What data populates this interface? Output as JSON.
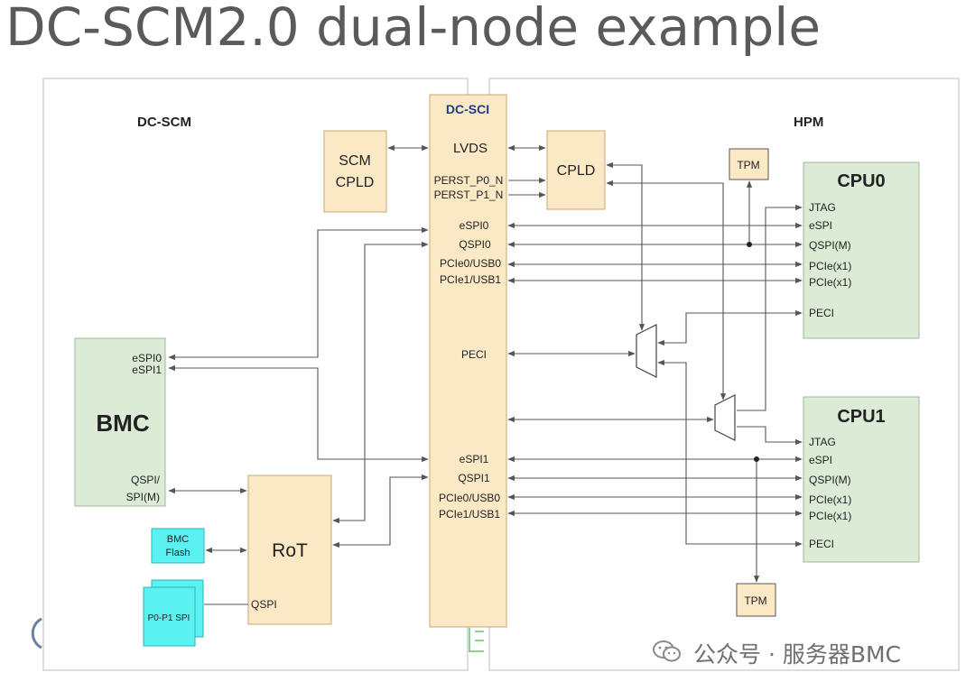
{
  "title": "DC-SCM2.0 dual-node example",
  "panels": {
    "scm_label": "DC-SCM",
    "hpm_label": "HPM"
  },
  "sci": {
    "title": "DC-SCI",
    "signals": [
      "LVDS",
      "PERST_P0_N",
      "PERST_P1_N",
      "eSPI0",
      "QSPI0",
      "PCIe0/USB0",
      "PCIe1/USB1",
      "PECI",
      "eSPI1",
      "QSPI1",
      "PCIe0/USB0",
      "PCIe1/USB1"
    ]
  },
  "scm_cpld": {
    "line1": "SCM",
    "line2": "CPLD"
  },
  "bmc": {
    "label": "BMC",
    "pins": [
      "eSPI0",
      "eSPI1",
      "QSPI/",
      "SPI(M)"
    ]
  },
  "rot": {
    "label": "RoT",
    "pin": "QSPI"
  },
  "bmc_flash": {
    "line1": "BMC",
    "line2": "Flash"
  },
  "p0p1_spi": {
    "label": "P0-P1 SPI"
  },
  "hpm_cpld": {
    "label": "CPLD"
  },
  "tpm_top": "TPM",
  "tpm_bottom": "TPM",
  "cpu0": {
    "label": "CPU0",
    "pins": [
      "JTAG",
      "eSPI",
      "QSPI(M)",
      "PCIe(x1)",
      "PCIe(x1)",
      "PECI"
    ]
  },
  "cpu1": {
    "label": "CPU1",
    "pins": [
      "JTAG",
      "eSPI",
      "QSPI(M)",
      "PCIe(x1)",
      "PCIe(x1)",
      "PECI"
    ]
  },
  "watermark": "公众号 · 服务器BMC",
  "colors": {
    "peach": "#fbe9c6",
    "peach_border": "#c8a872",
    "green": "#dcebd6",
    "green_border": "#9fb79a",
    "cyan": "#5cf1f1",
    "line": "#555555",
    "sci_title": "#1f3c88"
  }
}
